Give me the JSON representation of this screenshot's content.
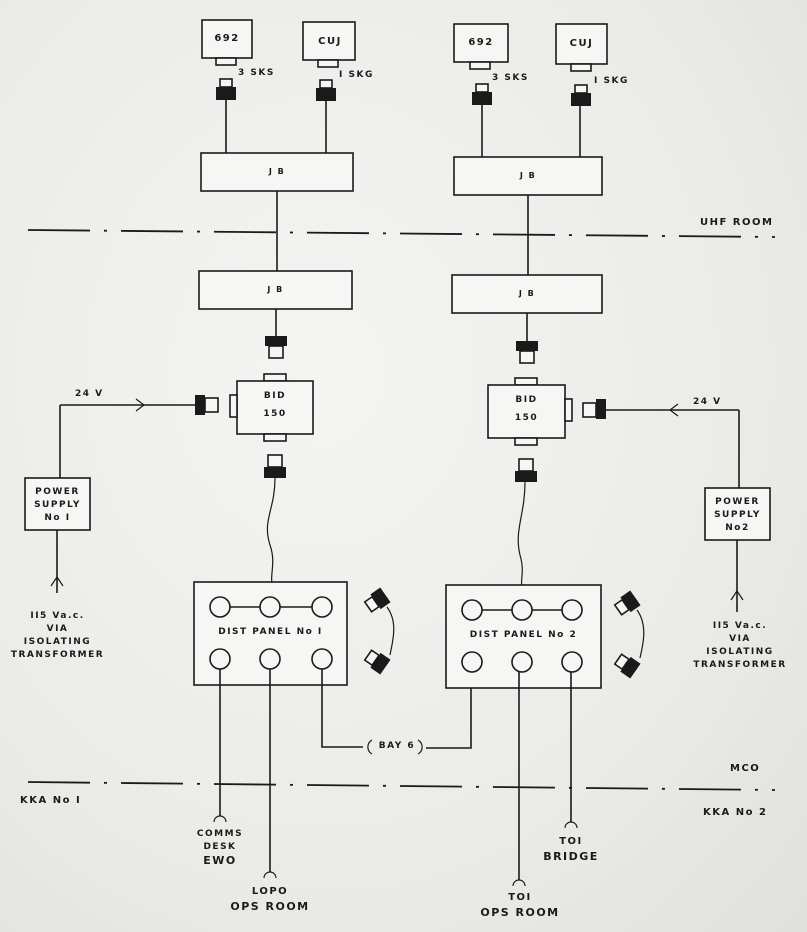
{
  "diagram": {
    "zones": {
      "top_label": "UHF ROOM",
      "middle_label": "MCO",
      "bottom_left_label": "KKA No I",
      "bottom_right_label": "KKA No 2"
    },
    "chain_1": {
      "unit_a": "692",
      "unit_a_conn": "3 SKS",
      "unit_b": "CUJ",
      "unit_b_conn": "I SKG",
      "jb_upper": "J B",
      "jb_lower": "J B",
      "bid_line1": "BID",
      "bid_line2": "150",
      "power_supply": [
        "POWER",
        "SUPPLY",
        "No I"
      ],
      "voltage": "24 V",
      "mains": [
        "II5 Va.c.",
        "VIA",
        "ISOLATING",
        "TRANSFORMER"
      ],
      "dist_panel": "DIST PANEL No I",
      "outputs": [
        {
          "lines": [
            "COMMS",
            "DESK",
            "EWO"
          ]
        },
        {
          "lines": [
            "LOPO",
            "OPS ROOM"
          ]
        }
      ]
    },
    "chain_2": {
      "unit_a": "692",
      "unit_a_conn": "3 SKS",
      "unit_b": "CUJ",
      "unit_b_conn": "I SKG",
      "jb_upper": "J B",
      "jb_lower": "J B",
      "bid_line1": "BID",
      "bid_line2": "150",
      "power_supply": [
        "POWER",
        "SUPPLY",
        "No2"
      ],
      "voltage": "24 V",
      "mains": [
        "II5 Va.c.",
        "VIA",
        "ISOLATING",
        "TRANSFORMER"
      ],
      "dist_panel": "DIST PANEL No 2",
      "outputs": [
        {
          "lines": [
            "TOI",
            "OPS ROOM"
          ]
        },
        {
          "lines": [
            "TOI",
            "BRIDGE"
          ]
        }
      ]
    },
    "link_label": "BAY 6"
  }
}
